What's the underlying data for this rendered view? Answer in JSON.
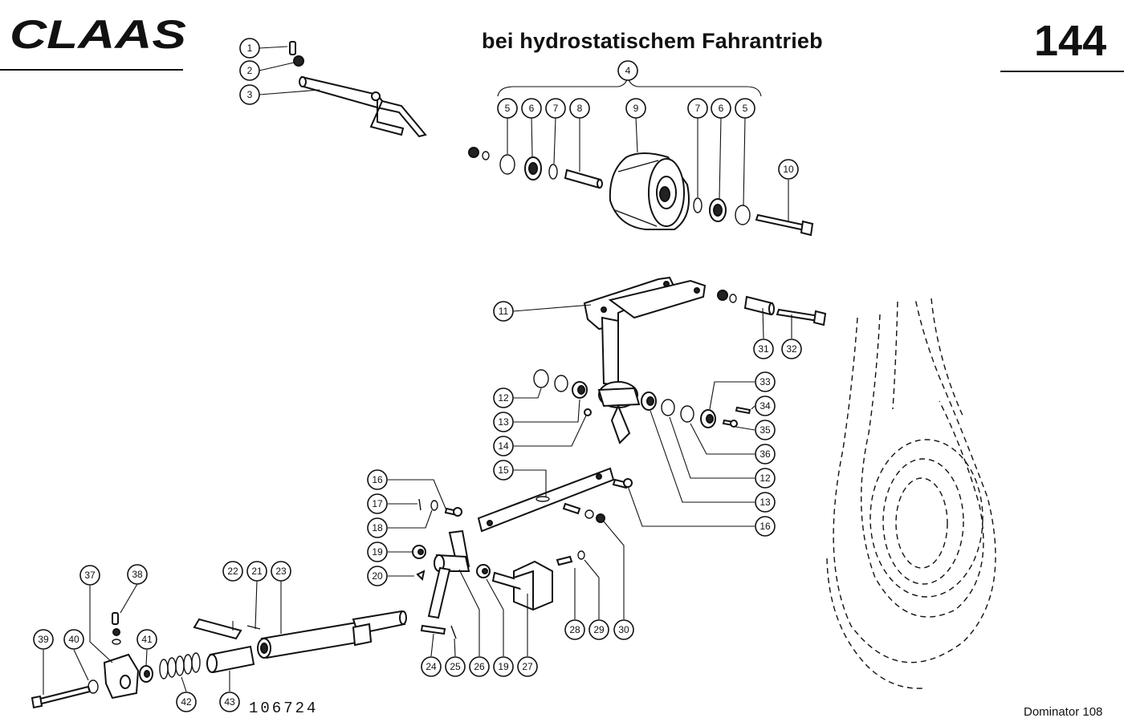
{
  "header": {
    "brand": "CLAAS",
    "title": "bei hydrostatischem Fahrantrieb",
    "page_number": "144"
  },
  "footer": {
    "drawing_number": "106724",
    "model": "Dominator 108"
  },
  "callouts": [
    "1",
    "2",
    "3",
    "4",
    "5",
    "6",
    "7",
    "8",
    "9",
    "7",
    "6",
    "5",
    "10",
    "11",
    "31",
    "32",
    "12",
    "13",
    "14",
    "33",
    "34",
    "35",
    "36",
    "12",
    "13",
    "15",
    "16",
    "16",
    "17",
    "18",
    "19",
    "20",
    "22",
    "21",
    "23",
    "37",
    "38",
    "39",
    "40",
    "41",
    "42",
    "43",
    "24",
    "25",
    "26",
    "19",
    "27",
    "28",
    "29",
    "30"
  ]
}
